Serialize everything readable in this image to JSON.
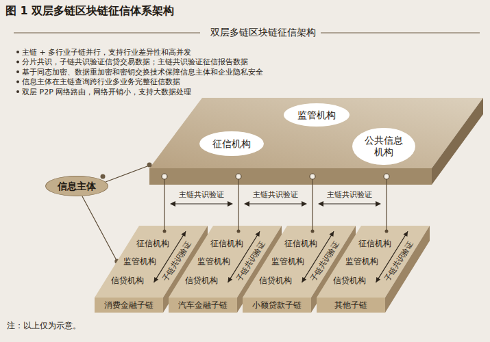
{
  "diagram": {
    "title": "图 1  双层多链区块链征信体系架构",
    "nodes": [
      {
        "text": [
          "监管机构"
        ]
      },
      {
        "text": [
          "征信机构"
        ]
      },
      {
        "text": [
          "公共信息机构"
        ]
      },
      {
        "text": [
          "信息主体"
        ]
      },
      {
        "text": [
          "消费金融子链"
        ]
      },
      {
        "text": [
          "征信机构"
        ],
        "in": 4
      },
      {
        "text": [
          "监管机构"
        ],
        "in": 4
      },
      {
        "text": [
          "信贷机构"
        ],
        "in": 4
      },
      {
        "text": [
          "汽车金融子链"
        ]
      },
      {
        "text": [
          "征信机构"
        ],
        "in": 8
      },
      {
        "text": [
          "监管机构"
        ],
        "in": 8
      },
      {
        "text": [
          "信贷机构"
        ],
        "in": 8
      },
      {
        "text": [
          "小额贷款子链"
        ]
      },
      {
        "text": [
          "征信机构"
        ],
        "in": 12
      },
      {
        "text": [
          "监管机构"
        ],
        "in": 12
      },
      {
        "text": [
          "信贷机构"
        ],
        "in": 12
      },
      {
        "text": [
          "其他子链"
        ]
      },
      {
        "text": [
          "征信机构"
        ],
        "in": 16
      },
      {
        "text": [
          "监管机构"
        ],
        "in": 16
      },
      {
        "text": [
          "信贷机构"
        ],
        "in": 16
      }
    ],
    "edges": [
      {
        "from": 3,
        "to": 4,
        "arrow": "none"
      }
    ],
    "labels": [
      "双层多链区块链征信架构",
      "主链 + 多行业子链并行，支持行业差异性和高并发",
      "分片共识，子链共识验证信贷交易数据；主链共识验证征信报告数据",
      "基于同态加密、数据重加密和密钥交换技术保障信息主体和企业隐私安全",
      "信息主体在主链查询跨行业多业务完整征信数据",
      "双层 P2P 网络路由，网络开销小，支持大数据处理",
      "主链共识验证",
      "主链共识验证",
      "主链共识验证",
      "子链共识验证",
      "子链共识验证",
      "子链共识验证",
      "子链共识验证",
      "注：以上仅为示意。"
    ]
  }
}
